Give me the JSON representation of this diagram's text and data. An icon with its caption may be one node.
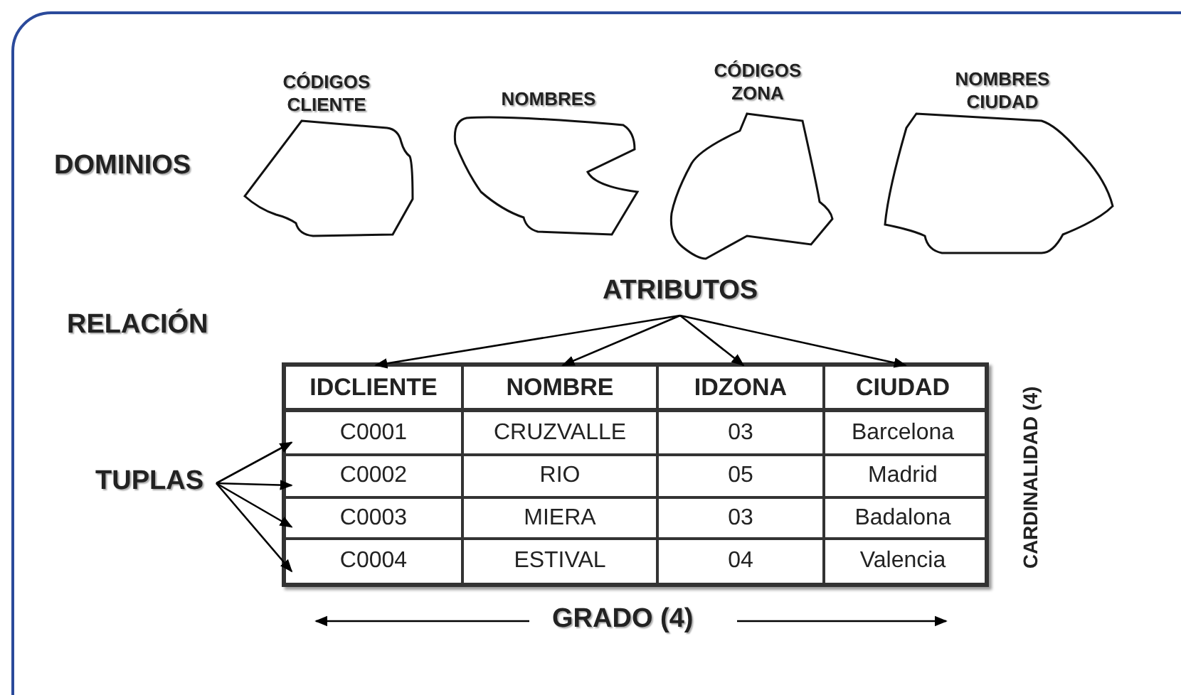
{
  "diagram": {
    "nodes": [
      {
        "text": [
          "CÓDIGOS CLIENTE"
        ]
      },
      {
        "text": [
          "NOMBRES"
        ]
      },
      {
        "text": [
          "CÓDIGOS ZONA"
        ]
      },
      {
        "text": [
          "NOMBRES CIUDAD"
        ]
      },
      {
        "text": [
          "ATRIBUTOS"
        ]
      },
      {
        "text": [
          "IDCLIENTE"
        ]
      },
      {
        "text": [
          "NOMBRE"
        ]
      },
      {
        "text": [
          "IDZONA"
        ]
      },
      {
        "text": [
          "CIUDAD"
        ]
      },
      {
        "text": [
          "TUPLAS"
        ]
      },
      {
        "text": [
          "C0001",
          "CRUZVALLE",
          "03",
          "Barcelona"
        ]
      },
      {
        "text": [
          "C0002",
          "RIO",
          "05",
          "Madrid"
        ]
      },
      {
        "text": [
          "C0003",
          "MIERA",
          "03",
          "Badalona"
        ]
      },
      {
        "text": [
          "C0004",
          "ESTIVAL",
          "04",
          "Valencia"
        ]
      }
    ],
    "edges": [
      {
        "from": 4,
        "to": 5,
        "arrow": "to"
      },
      {
        "from": 4,
        "to": 6,
        "arrow": "to"
      },
      {
        "from": 4,
        "to": 7,
        "arrow": "to"
      },
      {
        "from": 4,
        "to": 8,
        "arrow": "to"
      },
      {
        "from": 9,
        "to": 10,
        "arrow": "to"
      },
      {
        "from": 9,
        "to": 11,
        "arrow": "to"
      },
      {
        "from": 9,
        "to": 12,
        "arrow": "to"
      },
      {
        "from": 9,
        "to": 13,
        "arrow": "to"
      }
    ],
    "labels": [
      "DOMINIOS",
      "RELACIÓN",
      "GRADO (4)",
      "CARDINALIDAD (4)"
    ]
  }
}
